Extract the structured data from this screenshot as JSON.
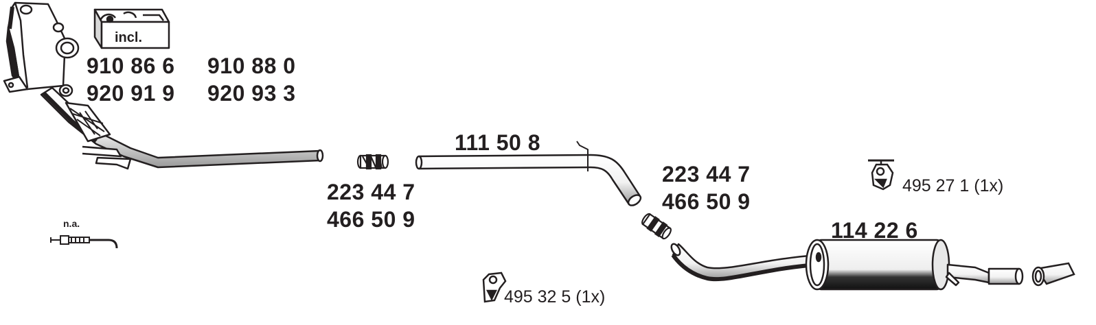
{
  "kit_box": {
    "label": "incl."
  },
  "catalytic_converter": {
    "numbers": [
      "910 86 6",
      "910 88 0",
      "920 91 9",
      "920 93 3"
    ]
  },
  "front_pipe": {},
  "clamp_left": {
    "numbers": [
      "223 44 7",
      "466 50 9"
    ]
  },
  "middle_pipe": {
    "number": "111 50 8"
  },
  "clamp_right": {
    "numbers": [
      "223 44 7",
      "466 50 9"
    ]
  },
  "rear_silencer": {
    "number": "114 22 6"
  },
  "mount_rear": {
    "number": "495 27 1 (1x)"
  },
  "mount_middle": {
    "number": "495 32 5 (1x)"
  },
  "sensor": {
    "label": "n.a."
  }
}
